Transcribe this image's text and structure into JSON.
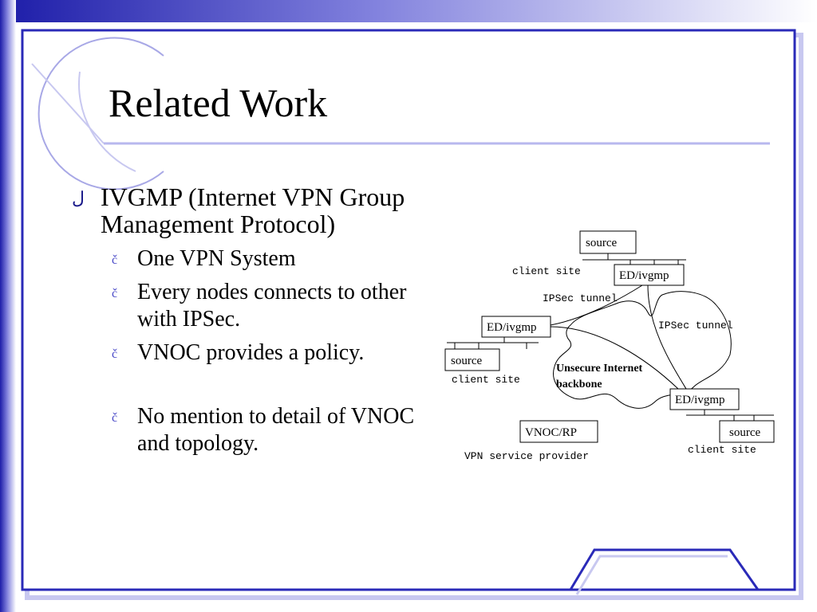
{
  "slide": {
    "title": "Related Work",
    "bullet_main": "IVGMP (Internet VPN Group Management Protocol)",
    "sub_bullets": [
      "One VPN System",
      "Every nodes connects to other with IPSec.",
      "VNOC provides a policy.",
      "No mention to detail of VNOC and topology."
    ]
  },
  "diagram": {
    "source_top": "source",
    "client_site_top": "client site",
    "ed_top": "ED/ivgmp",
    "ipsec_tunnel_left": "IPSec tunnel",
    "ipsec_tunnel_right": "IPSec tunnel",
    "ed_left": "ED/ivgmp",
    "source_left": "source",
    "client_site_left": "client site",
    "cloud_label_1": "Unsecure Internet",
    "cloud_label_2": "backbone",
    "ed_right": "ED/ivgmp",
    "vnoc": "VNOC/RP",
    "source_right": "source",
    "vpn_provider": "VPN service provider",
    "client_site_right": "client site"
  },
  "colors": {
    "frame": "#2a2ab8",
    "accent_light": "#b8b8ee",
    "bullet_main": "#1a1a8a",
    "bullet_sub": "#4b4bc8"
  }
}
